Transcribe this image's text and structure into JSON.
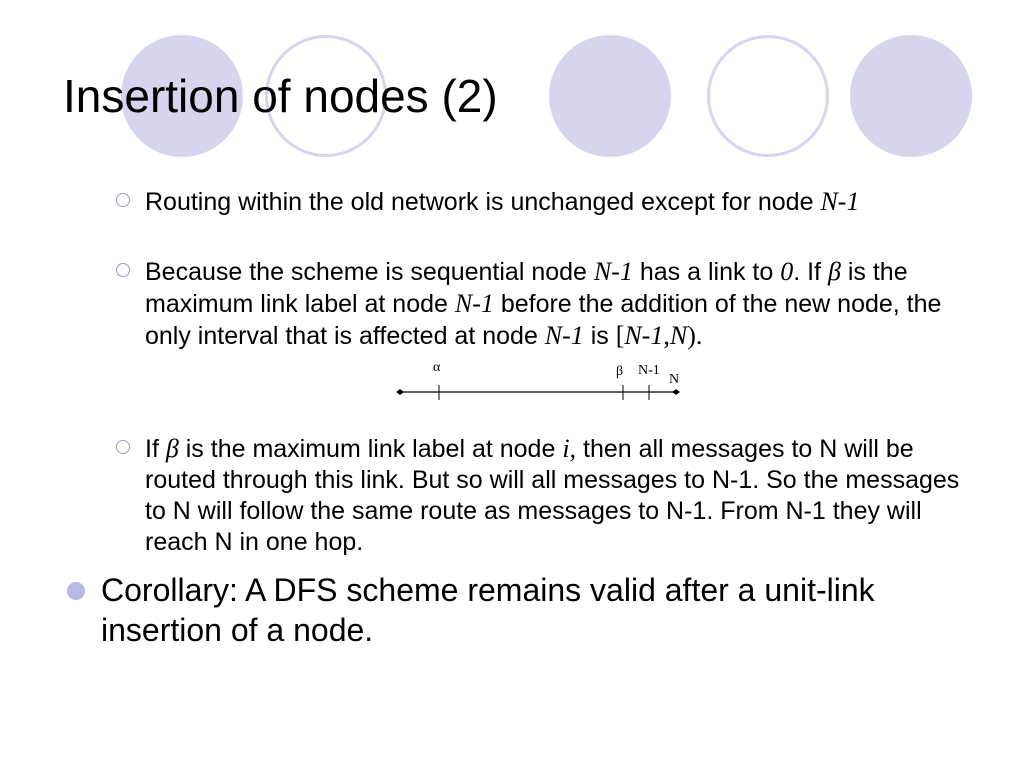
{
  "slide": {
    "title": "Insertion of nodes (2)",
    "sub_bullets": [
      {
        "text1": "Routing within the old network is unchanged except for node ",
        "node": "N-1"
      },
      {
        "t1": "Because the scheme is sequential node ",
        "n1": "N-1",
        "t2": " has a link to ",
        "zero": "0",
        "t3": ". If ",
        "beta": "β",
        "t4": " is the maximum link label at node ",
        "n2": "N-1",
        "t5": " before the addition of the new node, the only interval that is affected at node ",
        "n3": "N-1",
        "t6": " is ",
        "interval": "[N-1,N).",
        "interval_open": "[",
        "interval_a": "N-1",
        "interval_comma": ",",
        "interval_b": "N",
        "interval_close": ")."
      },
      {
        "t1": "If ",
        "beta": "β",
        "t2": " is the maximum link label at node ",
        "i": "i,",
        "t3": " then all messages to N will be routed through this link. But so will all messages to N-1. So the messages to N will follow the same route as messages to N-1. From N-1 they will reach N in one hop."
      }
    ],
    "main_bullet": "Corollary: A DFS scheme remains valid after a unit-link insertion of a node.",
    "diagram": {
      "label_alpha": "α",
      "label_beta": "β",
      "label_n1": "N-1",
      "label_n": "N"
    },
    "theme": {
      "circle_fill": "#d5d5ee",
      "bullet_main": "#b8b8e6",
      "bullet_sub_border": "#9a9ad0"
    }
  }
}
